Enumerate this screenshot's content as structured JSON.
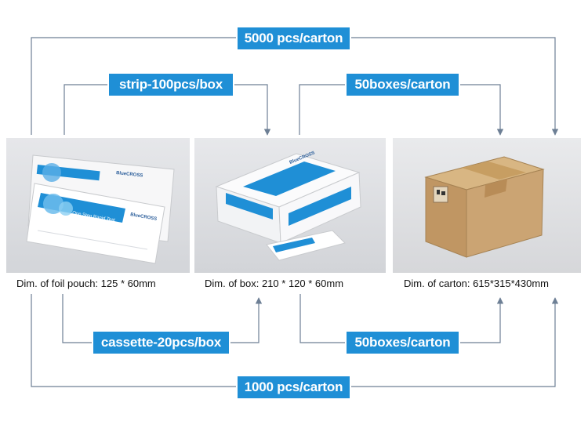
{
  "labels": {
    "top_total": "5000 pcs/carton",
    "strip_box": "strip-100pcs/box",
    "top_boxes": "50boxes/carton",
    "cassette_box": "cassette-20pcs/box",
    "bottom_boxes": "50boxes/carton",
    "bottom_total": "1000 pcs/carton"
  },
  "dimensions": {
    "pouch": "Dim. of foil pouch: 125 * 60mm",
    "box": "Dim. of box: 210 * 120 * 60mm",
    "carton": "Dim. of carton: 615*315*430mm"
  },
  "brand": "BlueCROSS",
  "pouch_text": "One Step Rapid Test",
  "colors": {
    "accent": "#1f8fd6",
    "line": "#6d7f95",
    "carton": "#c9a472"
  }
}
